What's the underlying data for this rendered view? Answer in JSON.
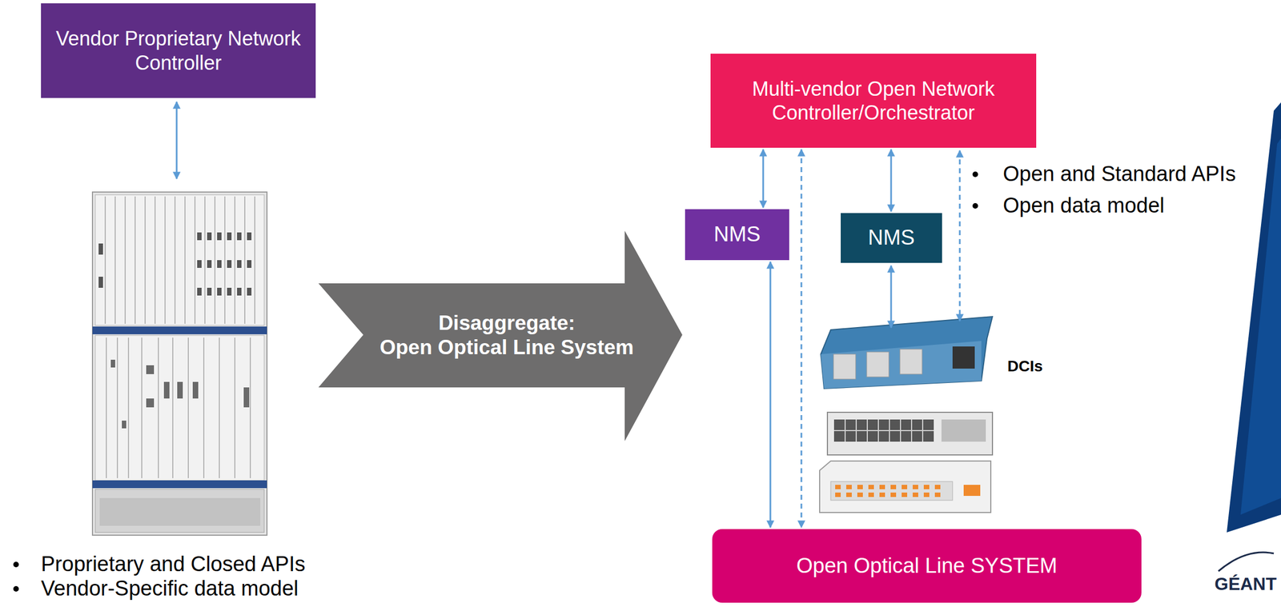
{
  "diagram": {
    "nodes": [
      {
        "text": [
          "Vendor Proprietary Network Controller"
        ]
      },
      {
        "text": [
          "Disaggregate:",
          "Open Optical Line System"
        ]
      },
      {
        "text": [
          "Multi-vendor Open Network Controller/Orchestrator"
        ]
      },
      {
        "text": [
          "NMS"
        ]
      },
      {
        "text": [
          "NMS"
        ]
      },
      {
        "text": [
          "Open Optical Line SYSTEM"
        ]
      }
    ],
    "edges": [
      {
        "from": 2,
        "to": 3,
        "arrow": "both"
      },
      {
        "from": 2,
        "to": 5,
        "arrow": "both"
      },
      {
        "from": 3,
        "to": 5,
        "arrow": "both"
      },
      {
        "from": 2,
        "to": 4,
        "arrow": "both"
      }
    ],
    "labels": [
      "Proprietary and Closed APIs",
      "Vendor-Specific data model",
      "Open and Standard APIs",
      "Open data model",
      "DCIs",
      "GÉANT"
    ]
  }
}
